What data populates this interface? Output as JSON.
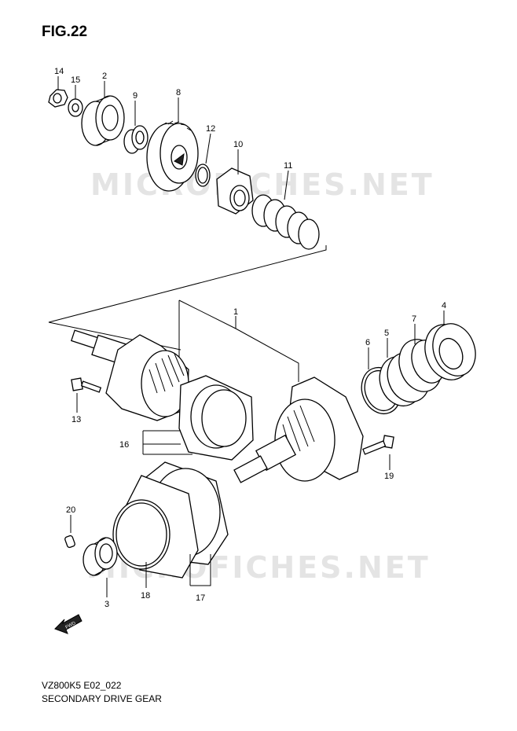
{
  "figure": {
    "title": "FIG.22",
    "model_code": "VZ800K5 E02_022",
    "name": "SECONDARY DRIVE GEAR"
  },
  "watermark": {
    "text": "MICROFICHES.NET"
  },
  "fwd_label": "FWD",
  "callouts": [
    "14",
    "15",
    "2",
    "9",
    "8",
    "12",
    "10",
    "11",
    "1",
    "4",
    "7",
    "6",
    "5",
    "13",
    "16",
    "19",
    "20",
    "3",
    "18",
    "17"
  ]
}
